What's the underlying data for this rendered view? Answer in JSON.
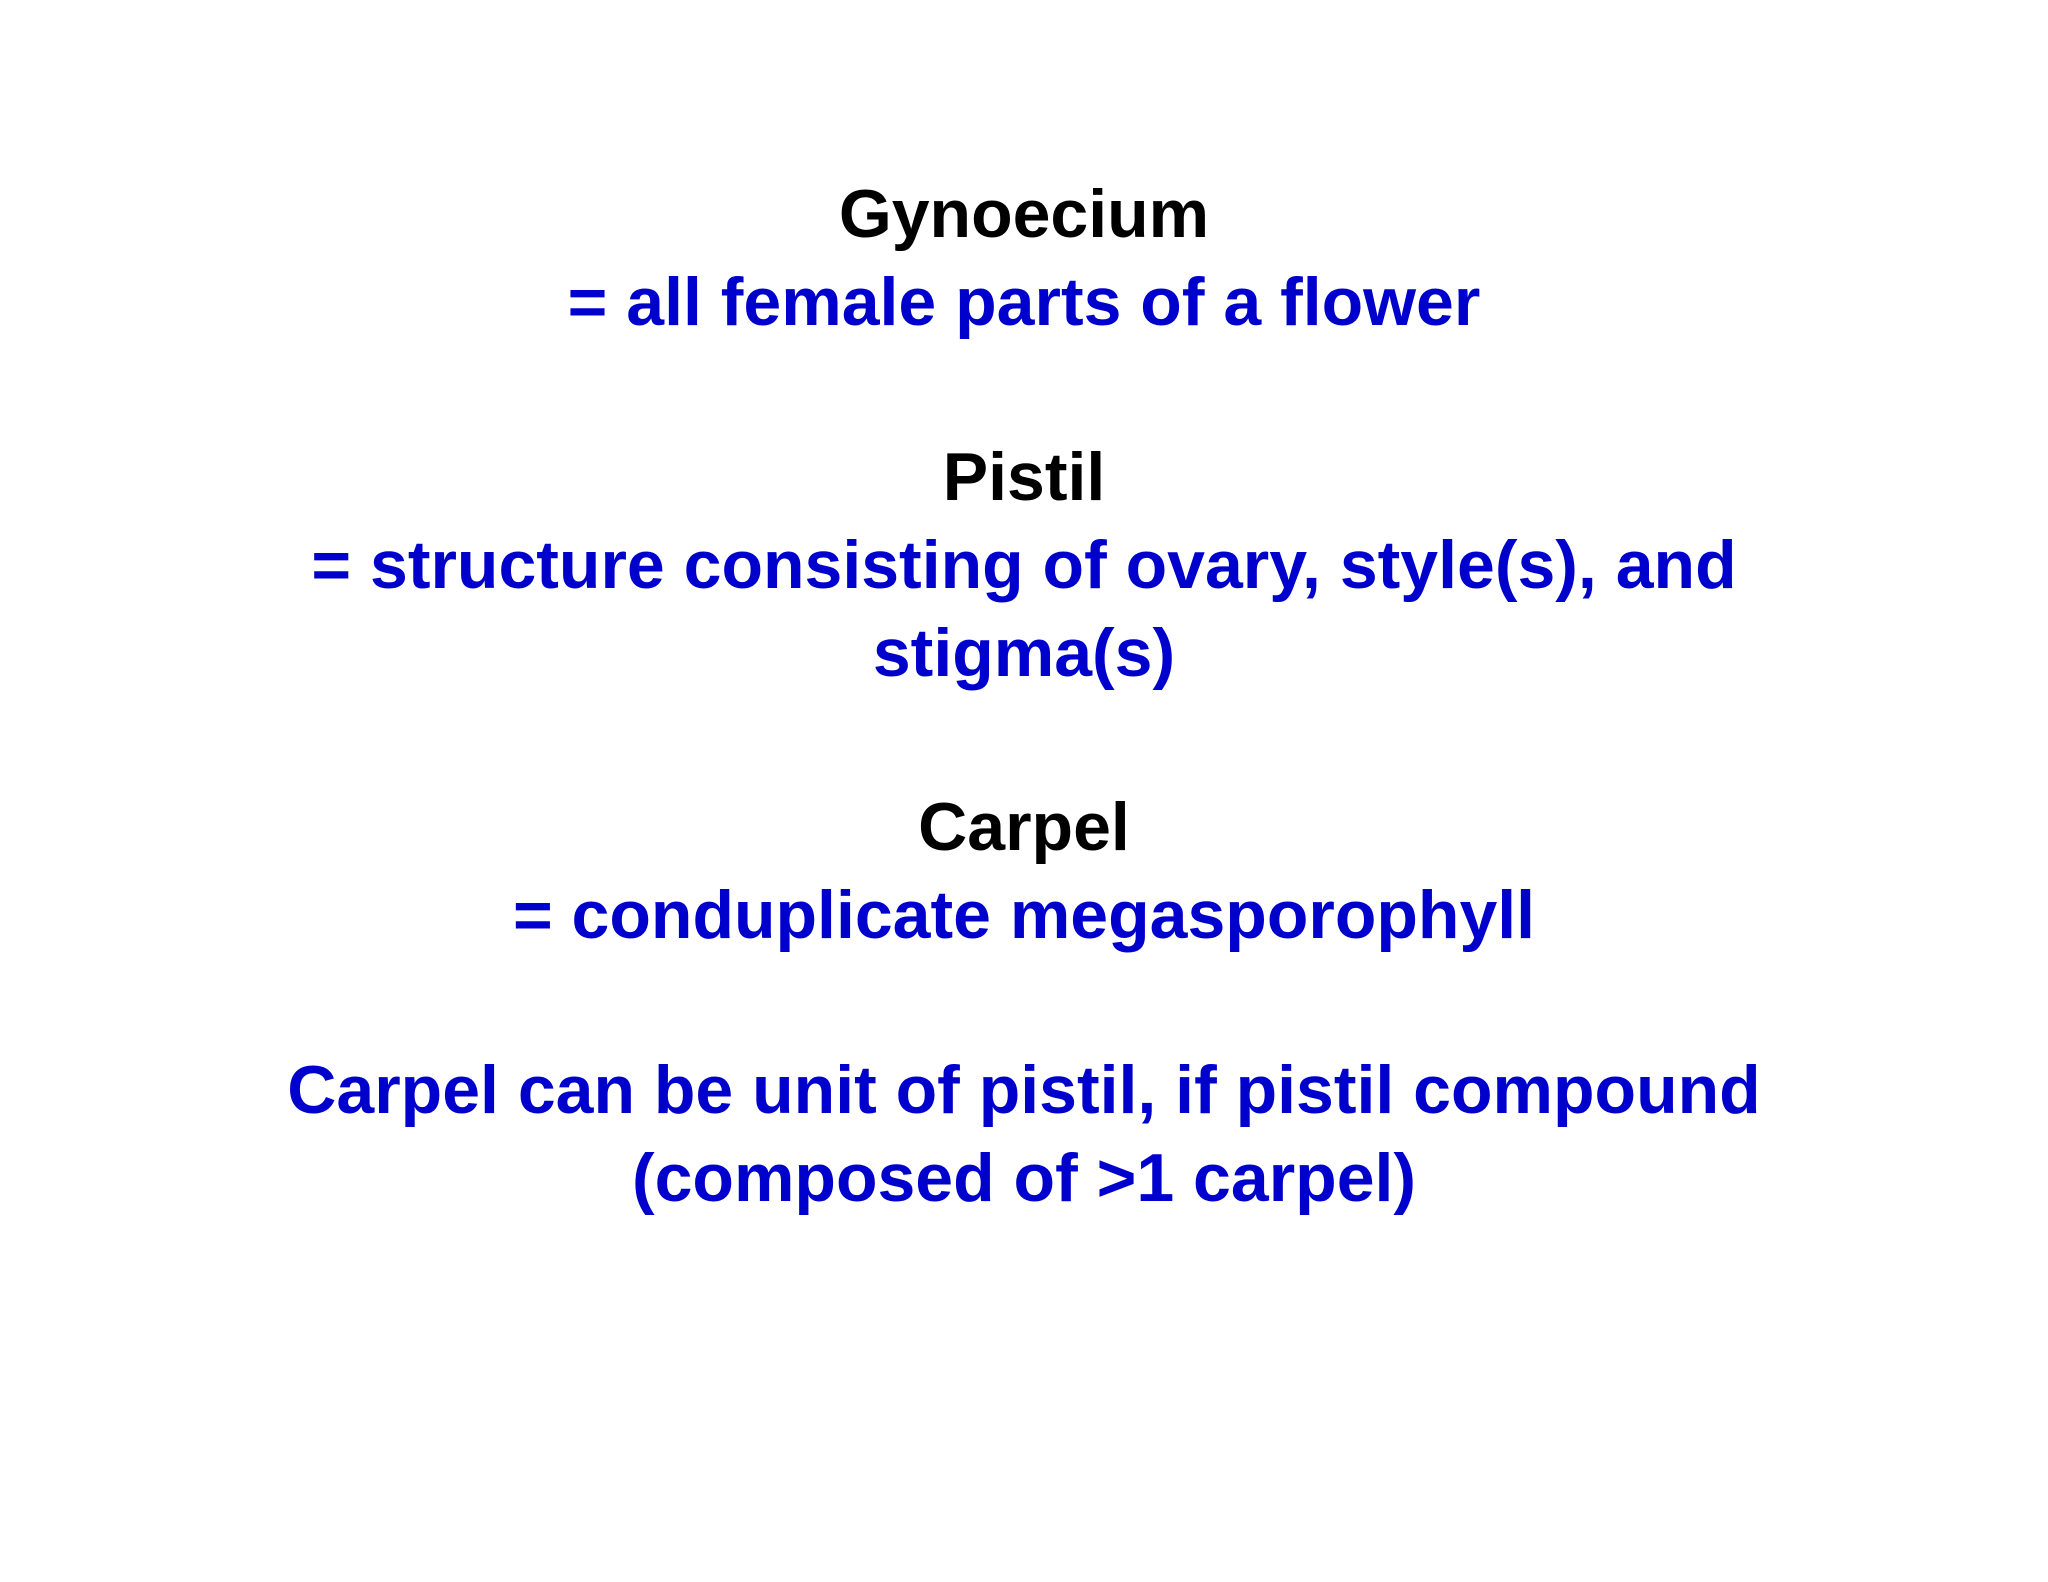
{
  "slide": {
    "colors": {
      "term": "#000000",
      "definition": "#0000cc",
      "background": "#ffffff"
    },
    "sections": [
      {
        "term": "Gynoecium",
        "definition_lines": [
          "= all female parts of a flower"
        ]
      },
      {
        "term": "Pistil",
        "definition_lines": [
          "= structure consisting of ovary, style(s), and",
          "stigma(s)"
        ]
      },
      {
        "term": "Carpel",
        "definition_lines": [
          "= conduplicate megasporophyll"
        ]
      }
    ],
    "note_lines": [
      "Carpel can be unit of pistil, if pistil compound",
      "(composed of >1 carpel)"
    ]
  }
}
